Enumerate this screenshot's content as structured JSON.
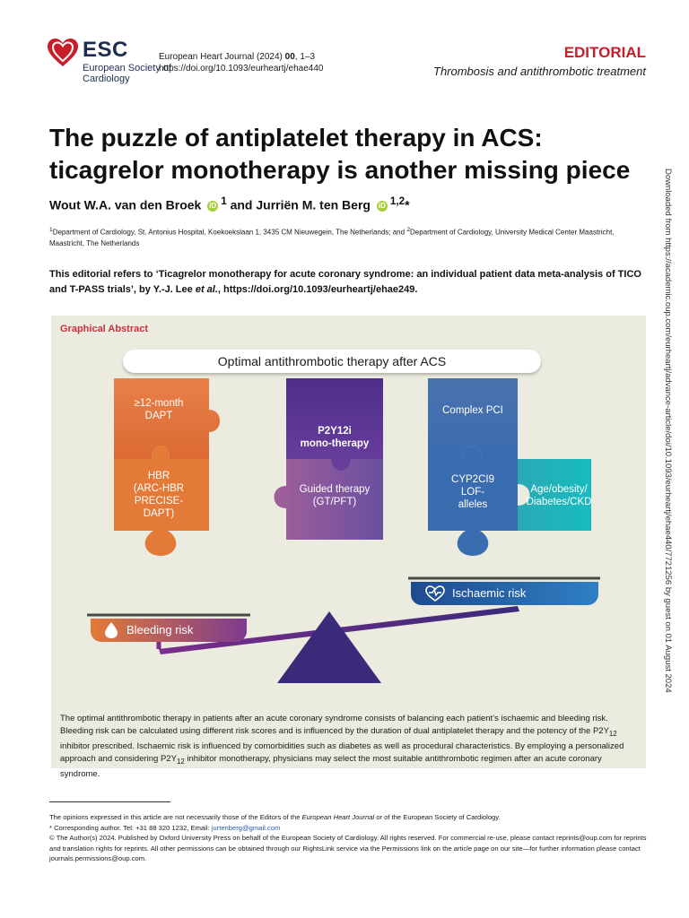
{
  "header": {
    "logo_abbr": "ESC",
    "logo_name": "European Society of Cardiology",
    "journal_name": "European Heart Journal (2024)",
    "journal_volume": "00",
    "journal_pages": ", 1–3",
    "doi": "https://doi.org/10.1093/eurheartj/ehae440",
    "section": "EDITORIAL",
    "subject": "Thrombosis and antithrombotic treatment",
    "brand_color": "#c81e2a"
  },
  "article": {
    "title_line1": "The puzzle of antiplatelet therapy in ACS:",
    "title_line2": "ticagrelor monotherapy is another missing piece",
    "author1": "Wout W.A. van den Broek",
    "author1_sup": "1",
    "and": "and",
    "author2": "Jurriën M. ten Berg",
    "author2_sup": "1,2",
    "author2_mark": "*",
    "orcid_icon": "iD",
    "affil_sup1": "1",
    "affil_1": "Department of Cardiology, St. Antonius Hospital, Koekoekslaan 1, 3435 CM Nieuwegein, The Netherlands; and ",
    "affil_sup2": "2",
    "affil_2": "Department of Cardiology, University Medical Center Maastricht, Maastricht, The Netherlands",
    "refers_pre": "This editorial refers to ‘Ticagrelor monotherapy for acute coronary syndrome: an individual patient data meta-analysis of TICO and T-PASS trials’, by Y.-J. Lee ",
    "refers_etal": "et al.",
    "refers_post": ", https://doi.org/10.1093/eurheartj/ehae249."
  },
  "sidebar": {
    "download_note": "Downloaded from https://academic.oup.com/eurheartj/advance-article/doi/10.1093/eurheartj/ehae440/7721256 by guest on 01 August 2024"
  },
  "graphical_abstract": {
    "label": "Graphical Abstract",
    "banner": "Optimal antithrombotic therapy after ACS",
    "pieces": {
      "dapt_line1": "≥12-month",
      "dapt_line2": "DAPT",
      "hbr_line1": "HBR",
      "hbr_line2": "(ARC-HBR",
      "hbr_line3": "PRECISE-",
      "hbr_line4": "DAPT)",
      "p2y12_line1": "P2Y12i",
      "p2y12_line2": "mono-therapy",
      "guided_line1": "Guided therapy",
      "guided_line2": "(GT/PFT)",
      "pci": "Complex PCI",
      "cyp_line1": "CYP2CI9",
      "cyp_line2": "LOF-",
      "cyp_line3": "alleles",
      "age_line1": "Age/obesity/",
      "age_line2": "Diabetes/CKD"
    },
    "bleeding_risk": "Bleeding risk",
    "ischaemic_risk": "Ischaemic risk",
    "colors": {
      "orange": "#e37a37",
      "purple": "#5a3a96",
      "blue": "#3a6cb0",
      "teal": "#21b1b7",
      "fulcrum": "#3b2a7a"
    },
    "caption_1": "The optimal antithrombotic therapy in patients after an acute coronary syndrome consists of balancing each patient’s ischaemic and bleeding risk. Bleeding risk can be calculated using different risk scores and is influenced by the duration of dual antiplatelet therapy and the potency of the P2Y",
    "caption_sub1": "12",
    "caption_2": " inhibitor prescribed. Ischaemic risk is influenced by comorbidities such as diabetes as well as procedural characteristics. By employing a personalized approach and considering P2Y",
    "caption_sub2": "12",
    "caption_3": " inhibitor monotherapy, physicians may select the most suitable antithrombotic regimen after an acute coronary syndrome."
  },
  "footer": {
    "opinion_pre": "The opinions expressed in this article are not necessarily those of the Editors of the ",
    "opinion_journal": "European Heart Journal",
    "opinion_post": " or of the European Society of Cardiology.",
    "corresp": "* Corresponding author. Tel: +31 88 320 1232, Email: ",
    "email": "jurtenberg@gmail.com",
    "copyright": "© The Author(s) 2024. Published by Oxford University Press on behalf of the European Society of Cardiology. All rights reserved. For commercial re-use, please contact reprints@oup.com for reprints and translation rights for reprints. All other permissions can be obtained through our RightsLink service via the Permissions link on the article page on our site—for further information please contact journals.permissions@oup.com."
  }
}
